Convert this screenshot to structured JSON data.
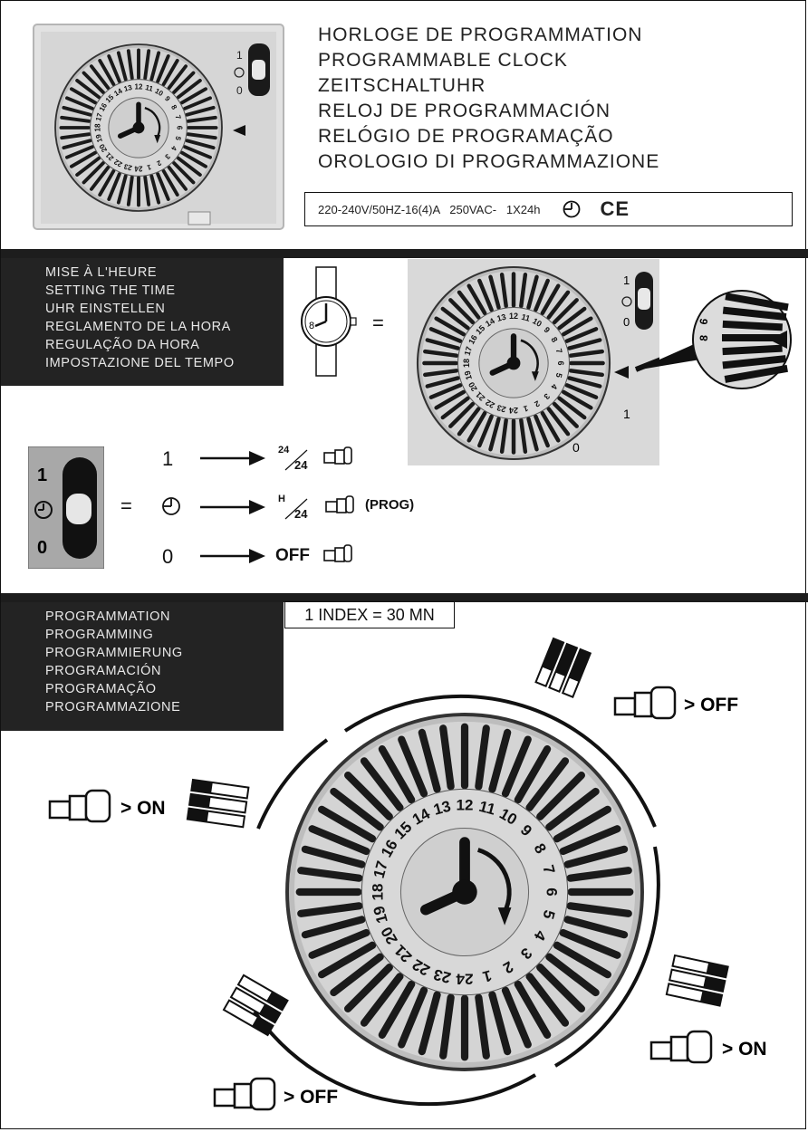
{
  "titles": [
    "HORLOGE DE PROGRAMMATION",
    "PROGRAMMABLE CLOCK",
    "ZEITSCHALTUHR",
    "RELOJ DE PROGRAMMACIÓN",
    "RELÓGIO DE PROGRAMAÇÃO",
    "OROLOGIO DI PROGRAMMAZIONE"
  ],
  "spec": {
    "text": "220-240V/50HZ-16(4)A   250VAC-   1X24h",
    "clock_icon": "clock-icon",
    "ce_mark": "CE"
  },
  "setting_time": {
    "lines": [
      "MISE À L'HEURE",
      "SETTING THE TIME",
      "UHR EINSTELLEN",
      "REGLAMENTO DE LA HORA",
      "REGULAÇÃO DA HORA",
      "IMPOSTAZIONE DEL TEMPO"
    ],
    "watch_digit": "8",
    "equals": "="
  },
  "switch_modes": {
    "switch_labels": {
      "top": "1",
      "bottom": "0"
    },
    "equals": "=",
    "rows": [
      {
        "left": "1",
        "top": "24",
        "bottom": "24",
        "suffix": ""
      },
      {
        "left": "clock-icon",
        "top": "H",
        "bottom": "24",
        "suffix": "(PROG)"
      },
      {
        "left": "0",
        "top": "",
        "bottom": "",
        "suffix": "OFF"
      }
    ]
  },
  "programming": {
    "lines": [
      "PROGRAMMATION",
      "PROGRAMMING",
      "PROGRAMMIERUNG",
      "PROGRAMACIÓN",
      "PROGRAMAÇÃO",
      "PROGRAMMAZIONE"
    ],
    "index_label": "1 INDEX = 30 MN",
    "labels": {
      "top_right": "> OFF",
      "left": "> ON",
      "bottom_right": "> ON",
      "bottom_left": "> OFF"
    }
  },
  "dial": {
    "hours": [
      "24",
      "1",
      "2",
      "3",
      "4",
      "5",
      "6",
      "7",
      "8",
      "9",
      "10",
      "11",
      "12",
      "13",
      "14",
      "15",
      "16",
      "17",
      "18",
      "19",
      "20",
      "21",
      "22",
      "23"
    ],
    "side_labels": {
      "top": "1",
      "bottom": "0",
      "corner_top": "1",
      "corner_bottom": "0"
    }
  },
  "colors": {
    "dark_panel": "#232323",
    "dial_face": "#cfcfcf",
    "photo_bg": "#d9d9d9"
  }
}
